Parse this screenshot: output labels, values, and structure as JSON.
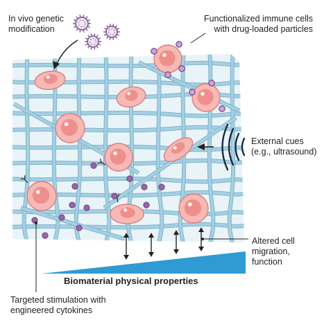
{
  "labels": {
    "in_vivo": "In vivo genetic\nmodification",
    "functionalized": "Functionalized immune cells\nwith drug-loaded particles",
    "external_cues": "External cues\n(e.g., ultrasound)",
    "altered": "Altered cell\nmigration,\nfunction",
    "targeted": "Targeted stimulation with\nengineered cytokines",
    "biomaterial": "Biomaterial physical properties"
  },
  "colors": {
    "fiber": "#a6d0e2",
    "fiber_edge": "#7fb4cc",
    "matrix_bg": "#e9f4f9",
    "cell_fill": "#f6b9b5",
    "cell_edge": "#d9817c",
    "nucleus": "#ef8f8c",
    "particle": "#9a64a8",
    "virus": "#8e6b9c",
    "wedge": "#2e9bd3",
    "ink": "#222222"
  },
  "icons": [
    "virus-icon",
    "ultrasound-waves-icon",
    "arrow-icon",
    "cytokine-icon"
  ]
}
